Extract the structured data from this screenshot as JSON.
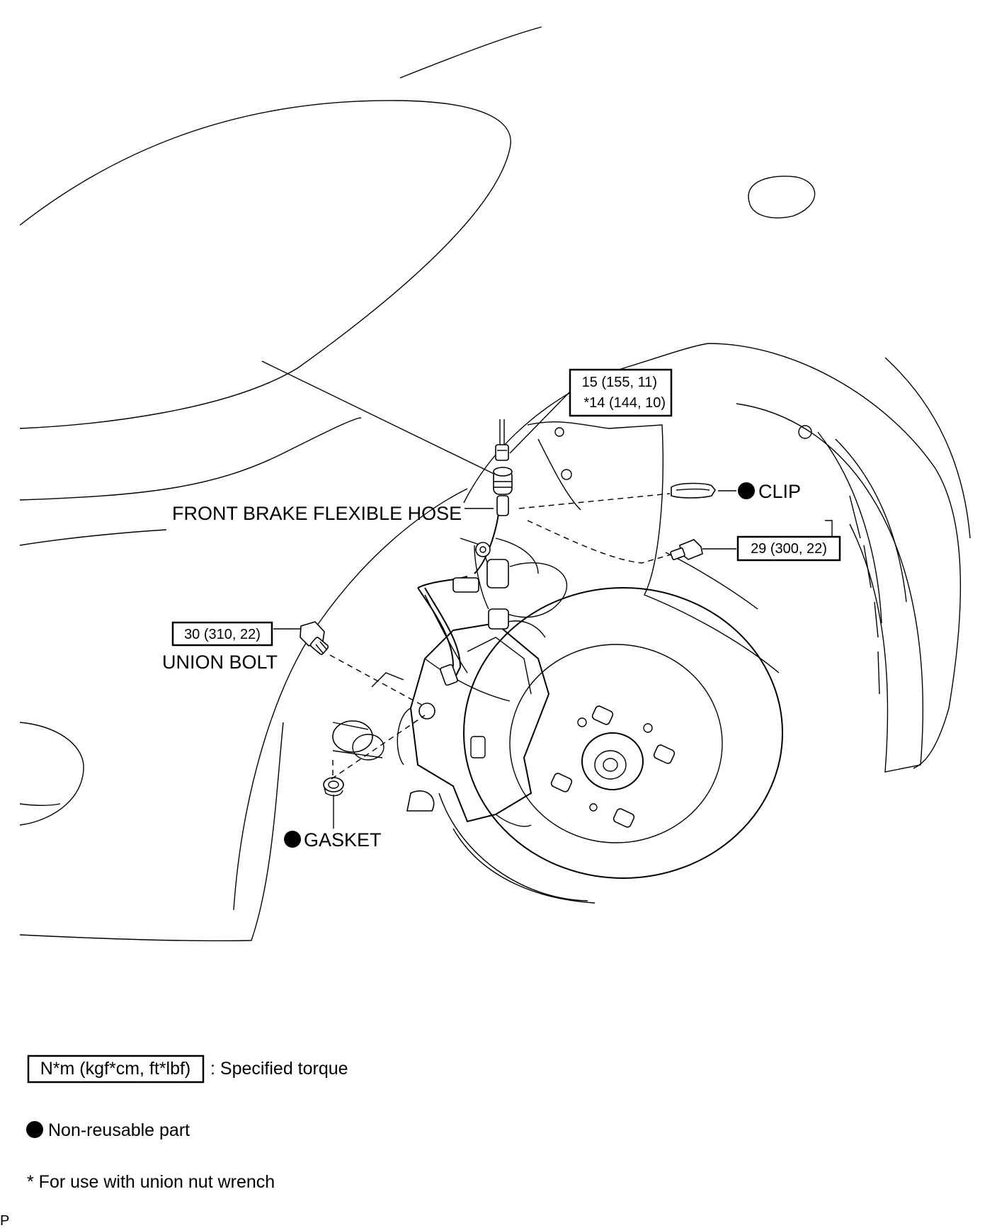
{
  "callouts": {
    "hose_torque_line1": "15 (155, 11)",
    "hose_torque_line2": "*14 (144, 10)",
    "clip": "CLIP",
    "front_brake_flexible_hose": "FRONT BRAKE FLEXIBLE HOSE",
    "bolt_torque": "29 (300, 22)",
    "union_bolt_torque": "30 (310, 22)",
    "union_bolt": "UNION BOLT",
    "gasket": "GASKET"
  },
  "legend": {
    "torque_unit": "N*m (kgf*cm, ft*lbf)",
    "torque_desc": ": Specified torque",
    "non_reusable": "Non-reusable part",
    "union_nut_note": "* For use with union nut wrench"
  },
  "corner_mark": "P",
  "colors": {
    "ink": "#000000",
    "paper": "#ffffff"
  }
}
